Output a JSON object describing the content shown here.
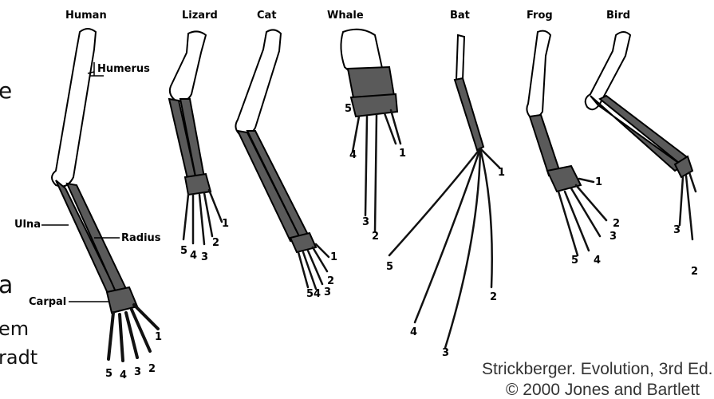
{
  "animals": [
    {
      "key": "human",
      "name": "Human"
    },
    {
      "key": "lizard",
      "name": "Lizard"
    },
    {
      "key": "cat",
      "name": "Cat"
    },
    {
      "key": "whale",
      "name": "Whale"
    },
    {
      "key": "bat",
      "name": "Bat"
    },
    {
      "key": "frog",
      "name": "Frog"
    },
    {
      "key": "bird",
      "name": "Bird"
    }
  ],
  "bone_labels": {
    "humerus": "Humerus",
    "ulna": "Ulna",
    "radius": "Radius",
    "carpal": "Carpal"
  },
  "slide_text_fragments": [
    "e",
    "a",
    "em",
    "radt"
  ],
  "credit": {
    "line1": "Strickberger. Evolution, 3rd Ed.",
    "line2": "© 2000 Jones and Bartlett"
  },
  "colors": {
    "bone_light": "#ffffff",
    "bone_dark": "#5a5a5a",
    "outline": "#000000"
  }
}
